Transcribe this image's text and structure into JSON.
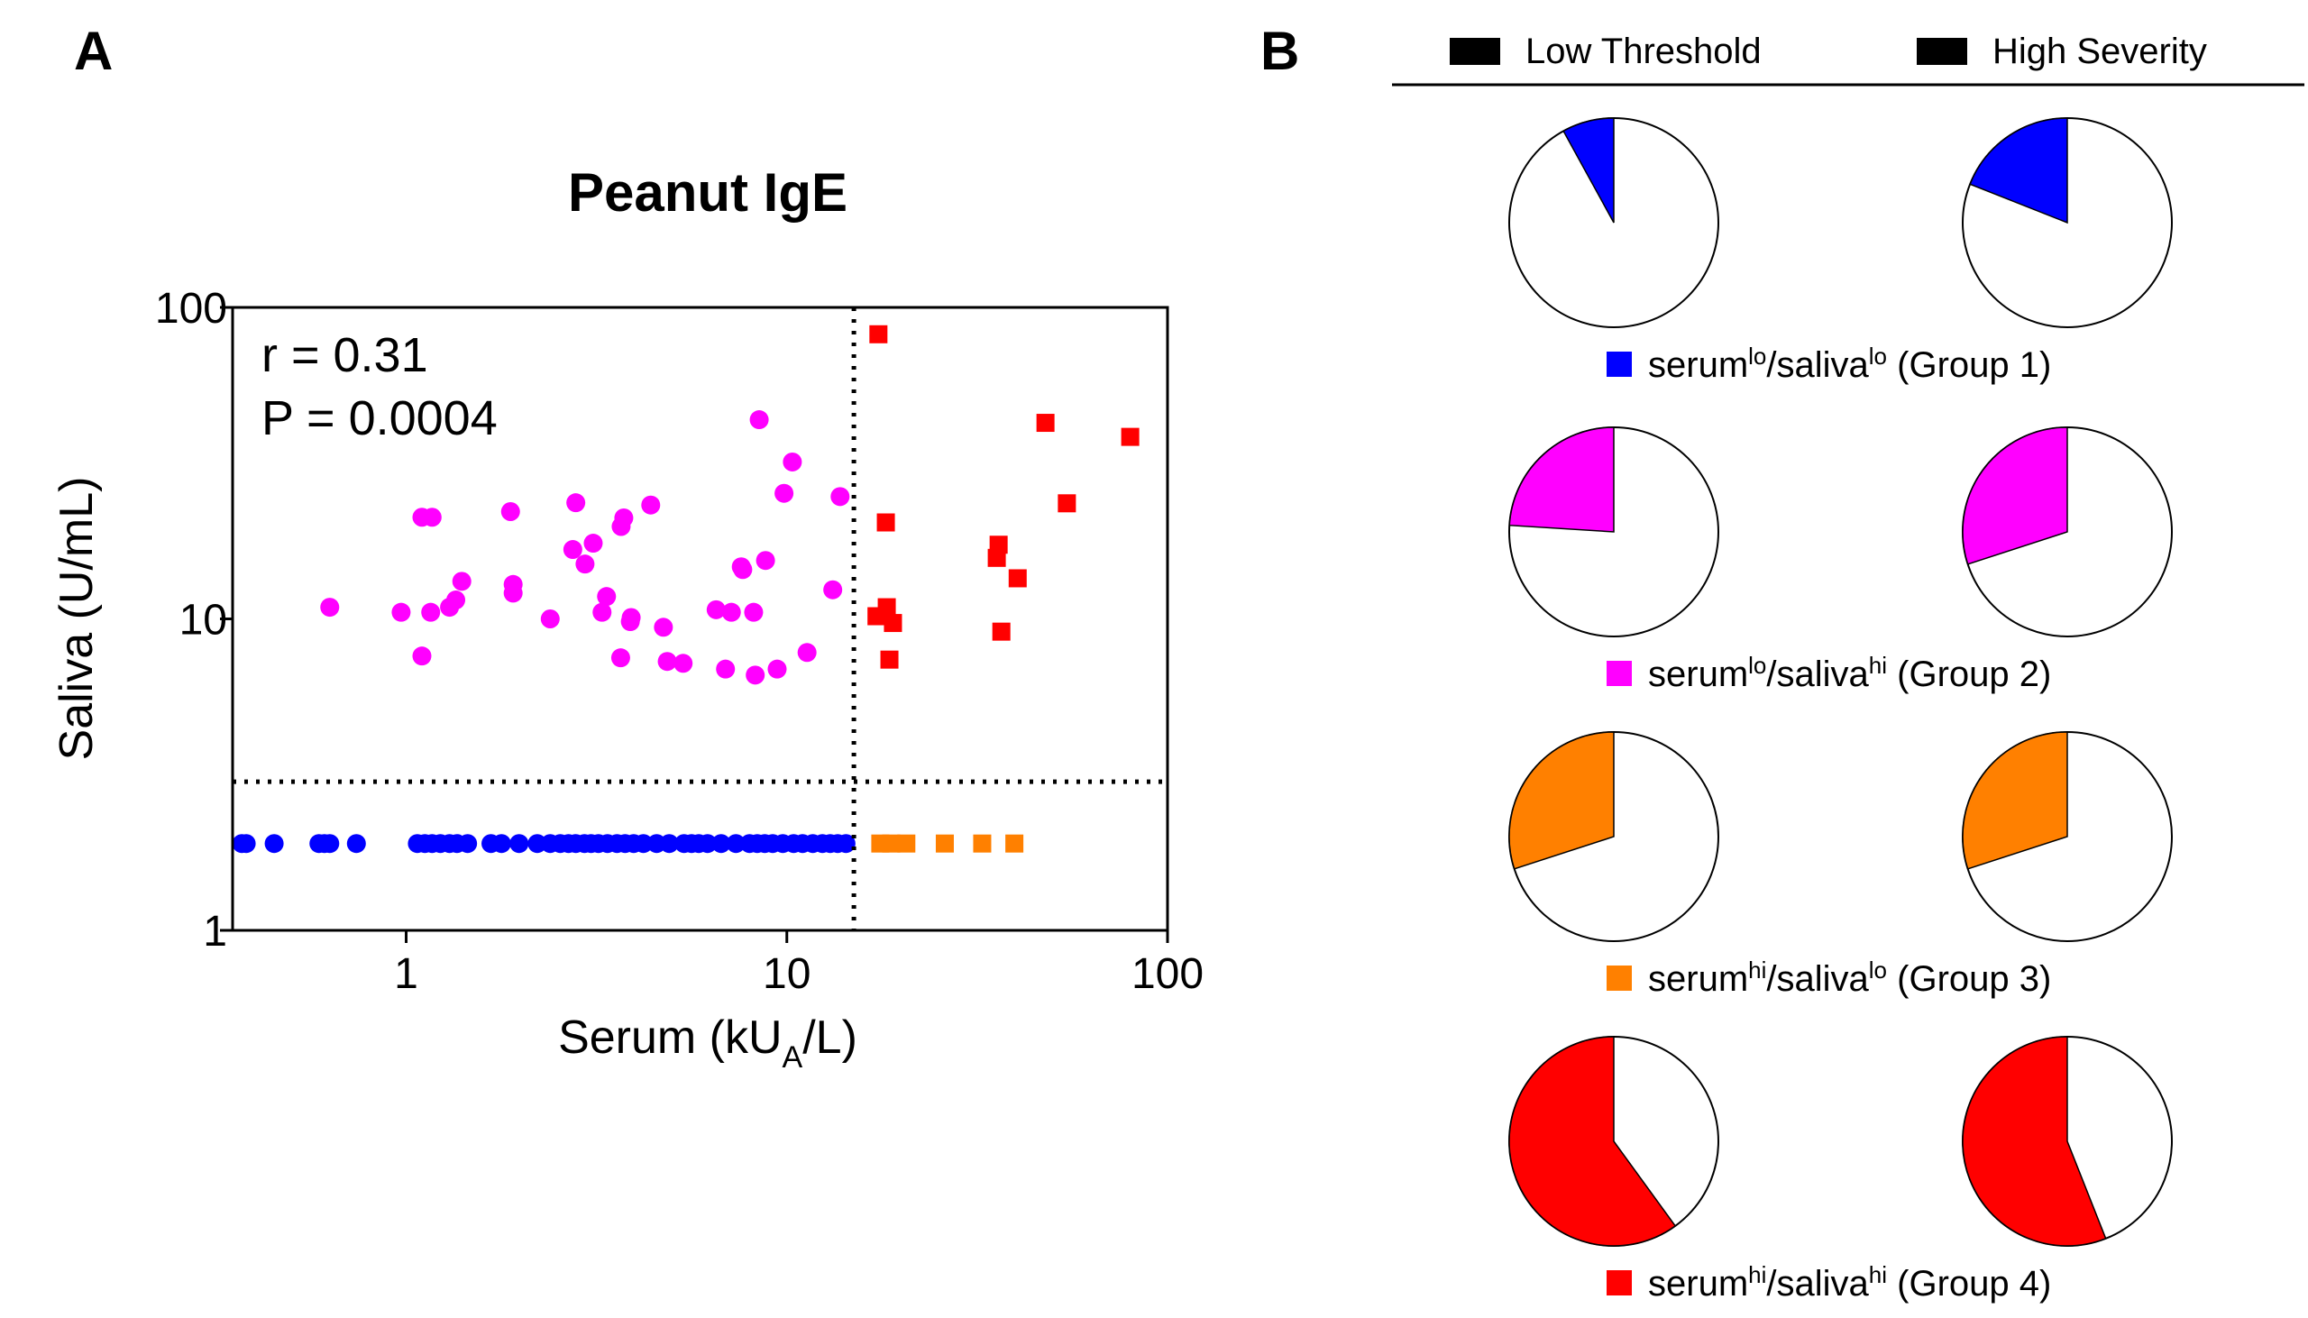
{
  "panel_a": {
    "letter": "A",
    "stats": {
      "r": "r = 0.31",
      "p": "P = 0.0004"
    }
  },
  "panel_b": {
    "letter": "B",
    "legend": [
      "Low Threshold",
      "High Severity"
    ],
    "groups": [
      {
        "pre1": "serum",
        "sup1": "lo",
        "pre2": "/saliva",
        "sup2": "lo",
        "post": " (Group 1)",
        "color": "#0000ff"
      },
      {
        "pre1": "serum",
        "sup1": "lo",
        "pre2": "/saliva",
        "sup2": "hi",
        "post": " (Group 2)",
        "color": "#ff00ff"
      },
      {
        "pre1": "serum",
        "sup1": "hi",
        "pre2": "/saliva",
        "sup2": "lo",
        "post": " (Group 3)",
        "color": "#ff8000"
      },
      {
        "pre1": "serum",
        "sup1": "hi",
        "pre2": "/saliva",
        "sup2": "hi",
        "post": " (Group 4)",
        "color": "#ff0000"
      }
    ]
  },
  "chart_data": [
    {
      "type": "scatter",
      "title": "Peanut IgE",
      "xlabel": "Serum (kU",
      "xlabel_sub": "A",
      "xlabel_end": "/L)",
      "ylabel": "Saliva (U/mL)",
      "xscale": "log",
      "yscale": "log",
      "xlim": [
        0.35,
        100
      ],
      "ylim": [
        1,
        100
      ],
      "xticks": [
        1,
        10,
        100
      ],
      "xtick_labels": [
        "1",
        "10",
        "100"
      ],
      "yticks": [
        1,
        10,
        100
      ],
      "ytick_labels": [
        "1",
        "10",
        "100"
      ],
      "threshold_lines": {
        "x": 15,
        "y": 3
      },
      "series": [
        {
          "color": "#0000ff",
          "marker": "circle",
          "points": [
            [
              0.37,
              1.9
            ],
            [
              0.38,
              1.9
            ],
            [
              0.45,
              1.9
            ],
            [
              0.59,
              1.9
            ],
            [
              0.61,
              1.9
            ],
            [
              0.63,
              1.9
            ],
            [
              0.74,
              1.9
            ],
            [
              1.07,
              1.9
            ],
            [
              1.12,
              1.9
            ],
            [
              1.17,
              1.9
            ],
            [
              1.23,
              1.9
            ],
            [
              1.3,
              1.9
            ],
            [
              1.36,
              1.9
            ],
            [
              1.45,
              1.9
            ],
            [
              1.67,
              1.9
            ],
            [
              1.78,
              1.9
            ],
            [
              1.98,
              1.9
            ],
            [
              2.21,
              1.9
            ],
            [
              2.39,
              1.9
            ],
            [
              2.54,
              1.9
            ],
            [
              2.67,
              1.9
            ],
            [
              2.79,
              1.9
            ],
            [
              2.94,
              1.9
            ],
            [
              3.06,
              1.9
            ],
            [
              3.2,
              1.9
            ],
            [
              3.38,
              1.9
            ],
            [
              3.58,
              1.9
            ],
            [
              3.76,
              1.9
            ],
            [
              3.96,
              1.9
            ],
            [
              4.2,
              1.9
            ],
            [
              4.55,
              1.9
            ],
            [
              4.91,
              1.9
            ],
            [
              5.37,
              1.9
            ],
            [
              5.62,
              1.9
            ],
            [
              5.87,
              1.9
            ],
            [
              6.19,
              1.9
            ],
            [
              6.72,
              1.9
            ],
            [
              7.35,
              1.9
            ],
            [
              7.98,
              1.9
            ],
            [
              8.36,
              1.9
            ],
            [
              8.75,
              1.9
            ],
            [
              9.18,
              1.9
            ],
            [
              9.76,
              1.9
            ],
            [
              10.42,
              1.9
            ],
            [
              11.0,
              1.9
            ],
            [
              11.7,
              1.9
            ],
            [
              12.4,
              1.9
            ],
            [
              13.0,
              1.9
            ],
            [
              13.6,
              1.9
            ],
            [
              14.3,
              1.9
            ]
          ]
        },
        {
          "color": "#ff00ff",
          "marker": "circle",
          "points": [
            [
              0.63,
              10.9
            ],
            [
              0.97,
              10.5
            ],
            [
              1.1,
              7.6
            ],
            [
              1.1,
              21.2
            ],
            [
              1.17,
              21.2
            ],
            [
              1.16,
              10.5
            ],
            [
              1.3,
              10.9
            ],
            [
              1.35,
              11.5
            ],
            [
              1.4,
              13.2
            ],
            [
              1.88,
              22.1
            ],
            [
              1.91,
              12.1
            ],
            [
              1.91,
              12.9
            ],
            [
              2.39,
              10.0
            ],
            [
              2.74,
              16.7
            ],
            [
              2.79,
              23.6
            ],
            [
              2.95,
              15.0
            ],
            [
              3.1,
              17.5
            ],
            [
              3.27,
              10.5
            ],
            [
              3.36,
              11.8
            ],
            [
              3.66,
              7.5
            ],
            [
              3.67,
              19.8
            ],
            [
              3.73,
              21.1
            ],
            [
              3.9,
              10.1
            ],
            [
              3.88,
              9.8
            ],
            [
              4.39,
              23.2
            ],
            [
              4.74,
              9.4
            ],
            [
              4.85,
              7.3
            ],
            [
              5.34,
              7.2
            ],
            [
              6.52,
              10.7
            ],
            [
              6.9,
              6.9
            ],
            [
              7.15,
              10.5
            ],
            [
              7.59,
              14.7
            ],
            [
              7.66,
              14.4
            ],
            [
              8.18,
              10.5
            ],
            [
              8.26,
              6.6
            ],
            [
              8.46,
              43.6
            ],
            [
              8.79,
              15.4
            ],
            [
              9.43,
              6.9
            ],
            [
              9.83,
              25.3
            ],
            [
              10.34,
              31.9
            ],
            [
              11.3,
              7.8
            ],
            [
              13.2,
              12.4
            ],
            [
              13.8,
              24.7
            ]
          ]
        },
        {
          "color": "#ff8000",
          "marker": "square",
          "points": [
            [
              17.6,
              1.9
            ],
            [
              18.8,
              1.9
            ],
            [
              20.6,
              1.9
            ],
            [
              26.0,
              1.9
            ],
            [
              32.6,
              1.9
            ],
            [
              39.6,
              1.9
            ]
          ]
        },
        {
          "color": "#ff0000",
          "marker": "square",
          "points": [
            [
              17.4,
              82.0
            ],
            [
              17.2,
              10.2
            ],
            [
              18.2,
              20.4
            ],
            [
              18.3,
              10.9
            ],
            [
              18.6,
              7.4
            ],
            [
              19.0,
              9.7
            ],
            [
              35.6,
              15.7
            ],
            [
              36.0,
              17.3
            ],
            [
              36.6,
              9.1
            ],
            [
              40.4,
              13.5
            ],
            [
              47.8,
              42.6
            ],
            [
              54.4,
              23.5
            ],
            [
              79.8,
              38.4
            ]
          ]
        }
      ]
    },
    {
      "type": "pie",
      "columns": [
        "Low Threshold",
        "High Severity"
      ],
      "rows": [
        {
          "group": "Group 1",
          "color": "#0000ff",
          "low_threshold": 0.08,
          "high_severity": 0.19
        },
        {
          "group": "Group 2",
          "color": "#ff00ff",
          "low_threshold": 0.24,
          "high_severity": 0.3
        },
        {
          "group": "Group 3",
          "color": "#ff8000",
          "low_threshold": 0.3,
          "high_severity": 0.3
        },
        {
          "group": "Group 4",
          "color": "#ff0000",
          "low_threshold": 0.6,
          "high_severity": 0.56
        }
      ]
    }
  ]
}
